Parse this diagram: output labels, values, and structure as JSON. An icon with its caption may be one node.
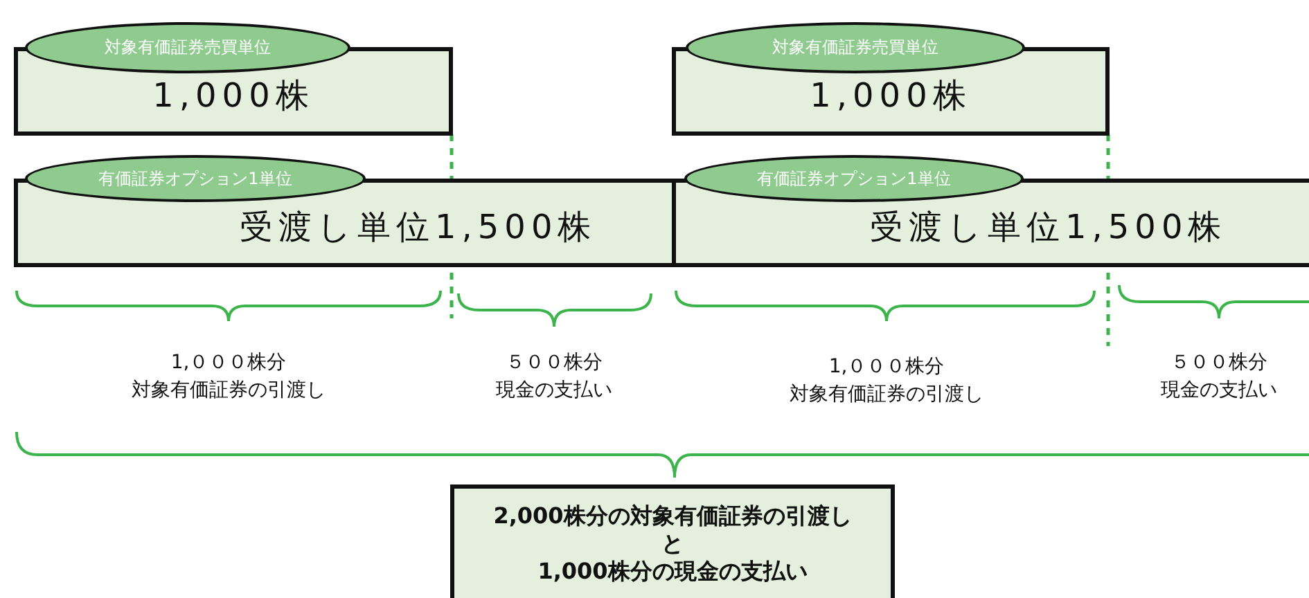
{
  "diagram": {
    "nodes": [
      {
        "text": [
          "対象有価証券売買単位",
          "1,000株"
        ]
      },
      {
        "text": [
          "対象有価証券売買単位",
          "1,000株"
        ]
      },
      {
        "text": [
          "有価証券オプション1単位",
          "受渡し単位1,500株"
        ]
      },
      {
        "text": [
          "有価証券オプション1単位",
          "受渡し単位1,500株"
        ]
      },
      {
        "text": [
          "2,000株分の対象有価証券の引渡し",
          "と",
          "1,000株分の現金の支払い"
        ]
      }
    ],
    "labels": [
      "1,０００株分",
      "対象有価証券の引渡し",
      "５００株分",
      "現金の支払い",
      "1,０００株分",
      "対象有価証券の引渡し",
      "５００株分",
      "現金の支払い"
    ]
  }
}
